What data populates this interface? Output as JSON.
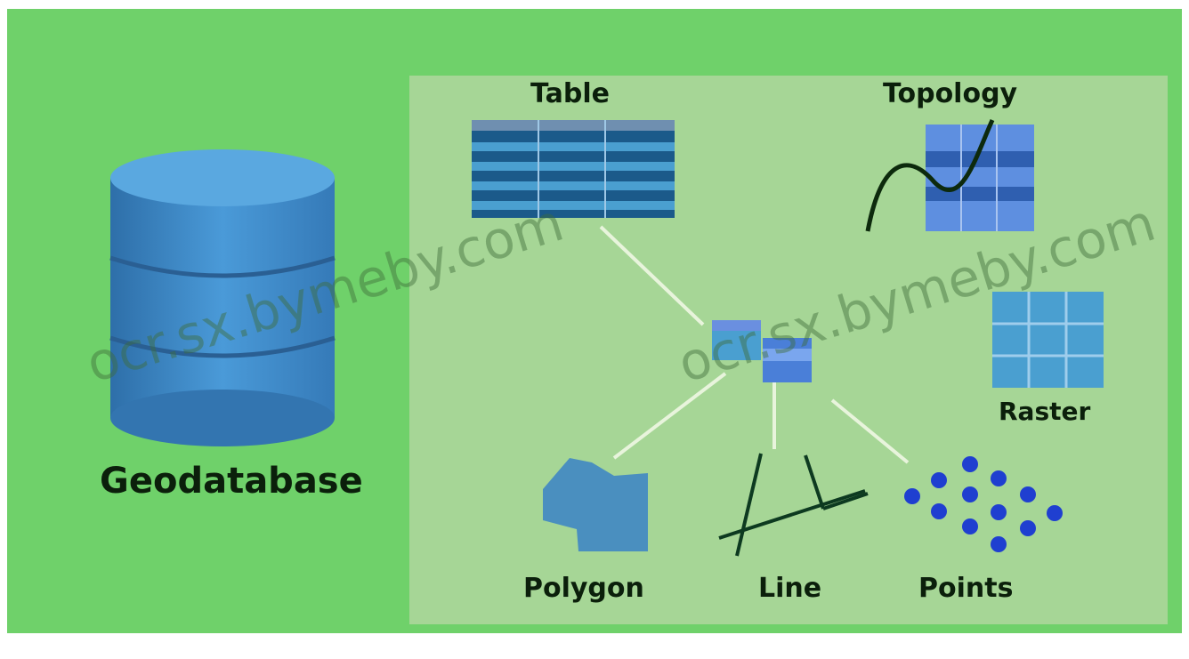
{
  "labels": {
    "geodatabase": "Geodatabase",
    "table": "Table",
    "topology": "Topology",
    "raster": "Raster",
    "polygon": "Polygon",
    "line": "Line",
    "points": "Points"
  },
  "watermark": "ocr.sx.bymeby.com",
  "colors": {
    "background": "#6fd16a",
    "panel": "#a6d696",
    "cylinder": "#3f86c8",
    "table_dark": "#1b5a8a",
    "table_light": "#4a9fd0",
    "connector": "#e8f4dc",
    "points": "#1f3fd0",
    "label": "#0b1f0b"
  }
}
